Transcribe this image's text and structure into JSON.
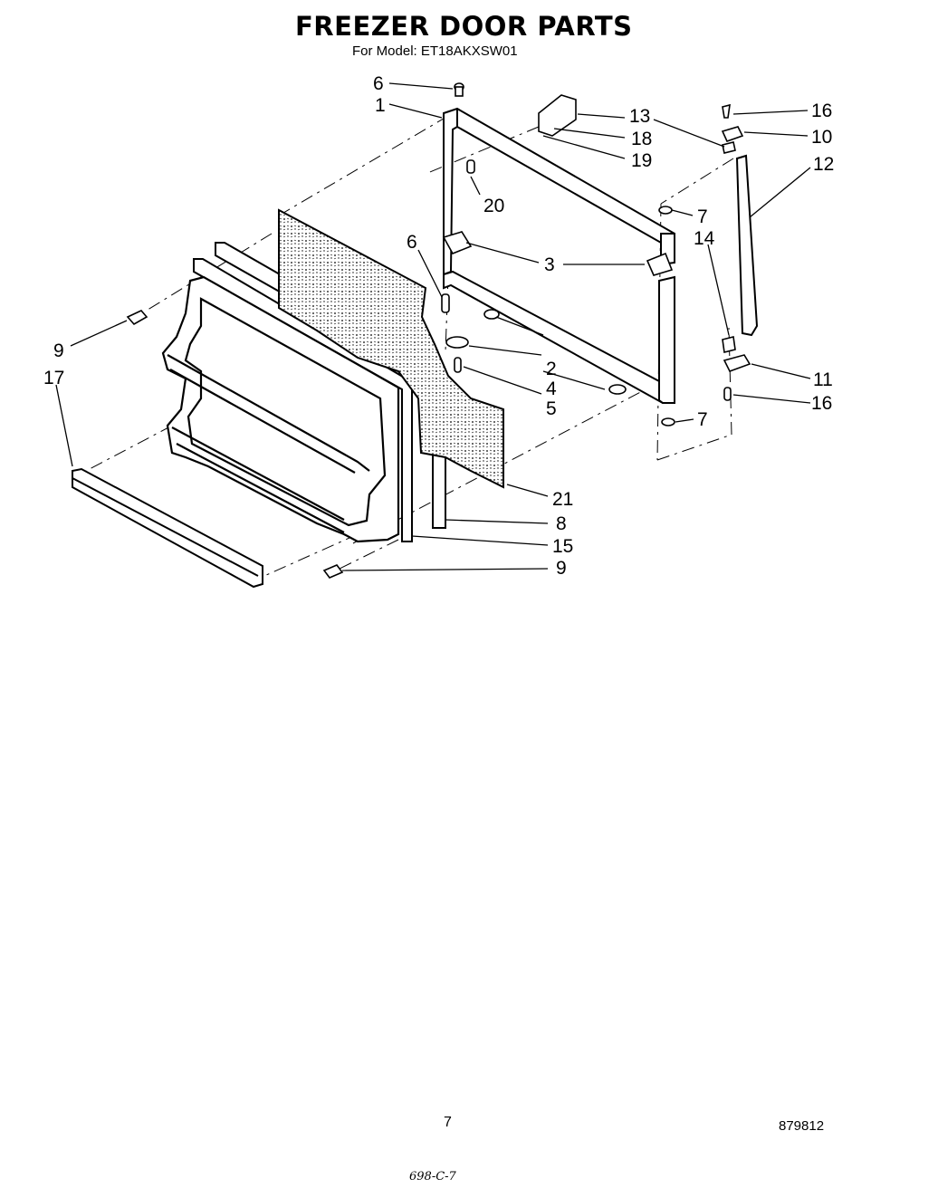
{
  "title": "FREEZER DOOR PARTS",
  "subtitle": "For Model: ET18AKXSW01",
  "page_number": "7",
  "document_number": "879812",
  "handwritten_note": "698-C-7",
  "callouts": [
    "6",
    "1",
    "13",
    "18",
    "19",
    "20",
    "16",
    "10",
    "12",
    "7",
    "14",
    "3",
    "6",
    "9",
    "17",
    "2",
    "4",
    "5",
    "11",
    "16",
    "7",
    "21",
    "8",
    "15",
    "9"
  ]
}
